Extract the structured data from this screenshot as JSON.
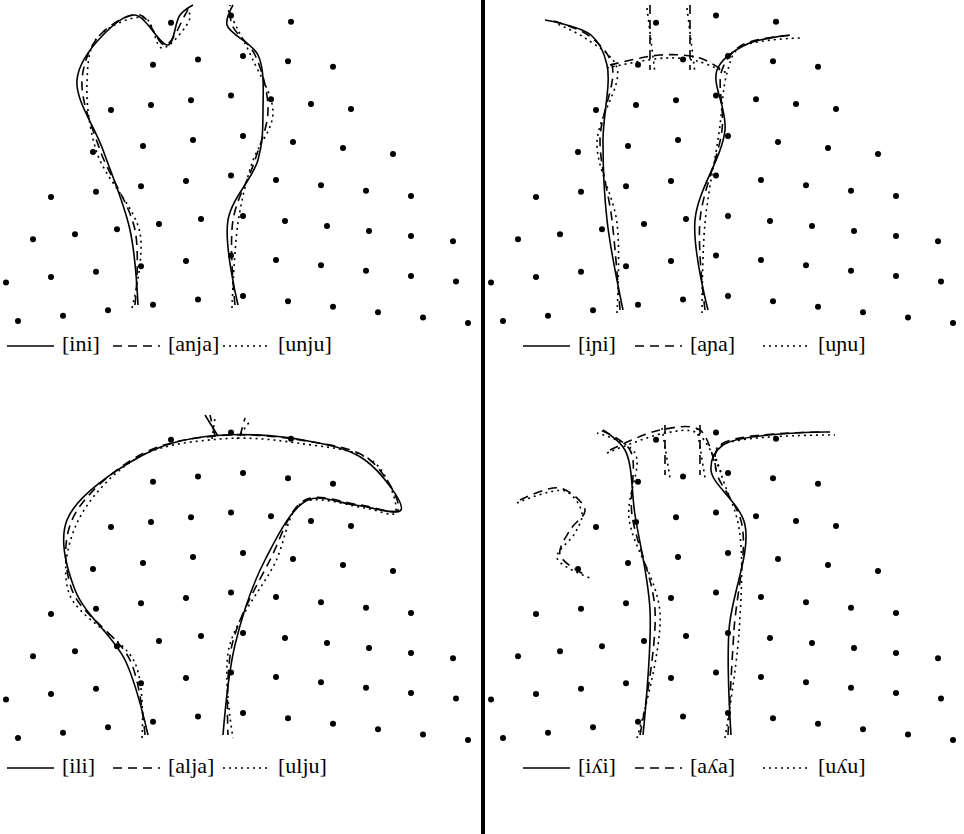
{
  "diagram": {
    "legend": [
      {
        "text": "[ini]"
      },
      {
        "text": "[anja]"
      },
      {
        "text": "[unju]"
      },
      {
        "text": "[iɲi]"
      },
      {
        "text": "[aɲa]"
      },
      {
        "text": "[uɲu]"
      },
      {
        "text": "[ili]"
      },
      {
        "text": "[alja]"
      },
      {
        "text": "[ulju]"
      },
      {
        "text": "[iʎi]"
      },
      {
        "text": "[aʎa]"
      },
      {
        "text": "[uʎu]"
      }
    ]
  }
}
